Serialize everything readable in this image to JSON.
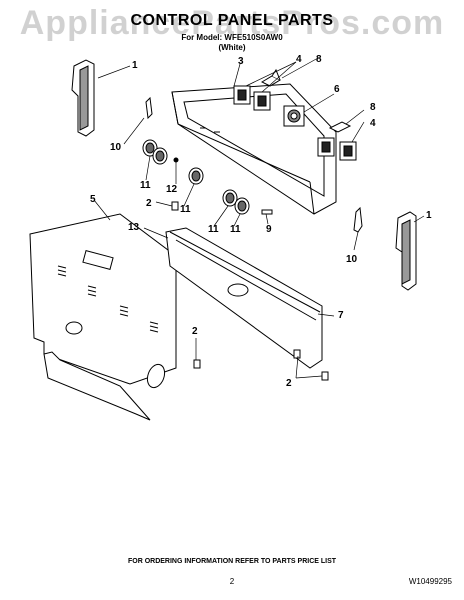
{
  "watermark": "AppliancePartsPros.com",
  "header": {
    "title": "CONTROL PANEL PARTS",
    "subtitle_model": "For Model: WFE510S0AW0",
    "subtitle_color": "(White)"
  },
  "callouts": [
    "1",
    "2",
    "2",
    "2",
    "3",
    "4",
    "4",
    "5",
    "6",
    "7",
    "8",
    "8",
    "9",
    "10",
    "10",
    "11",
    "11",
    "11",
    "11",
    "12",
    "13",
    "1"
  ],
  "footer": {
    "ordering_info": "FOR ORDERING INFORMATION REFER TO PARTS PRICE LIST",
    "page_number": "2",
    "doc_number": "W10499295"
  }
}
